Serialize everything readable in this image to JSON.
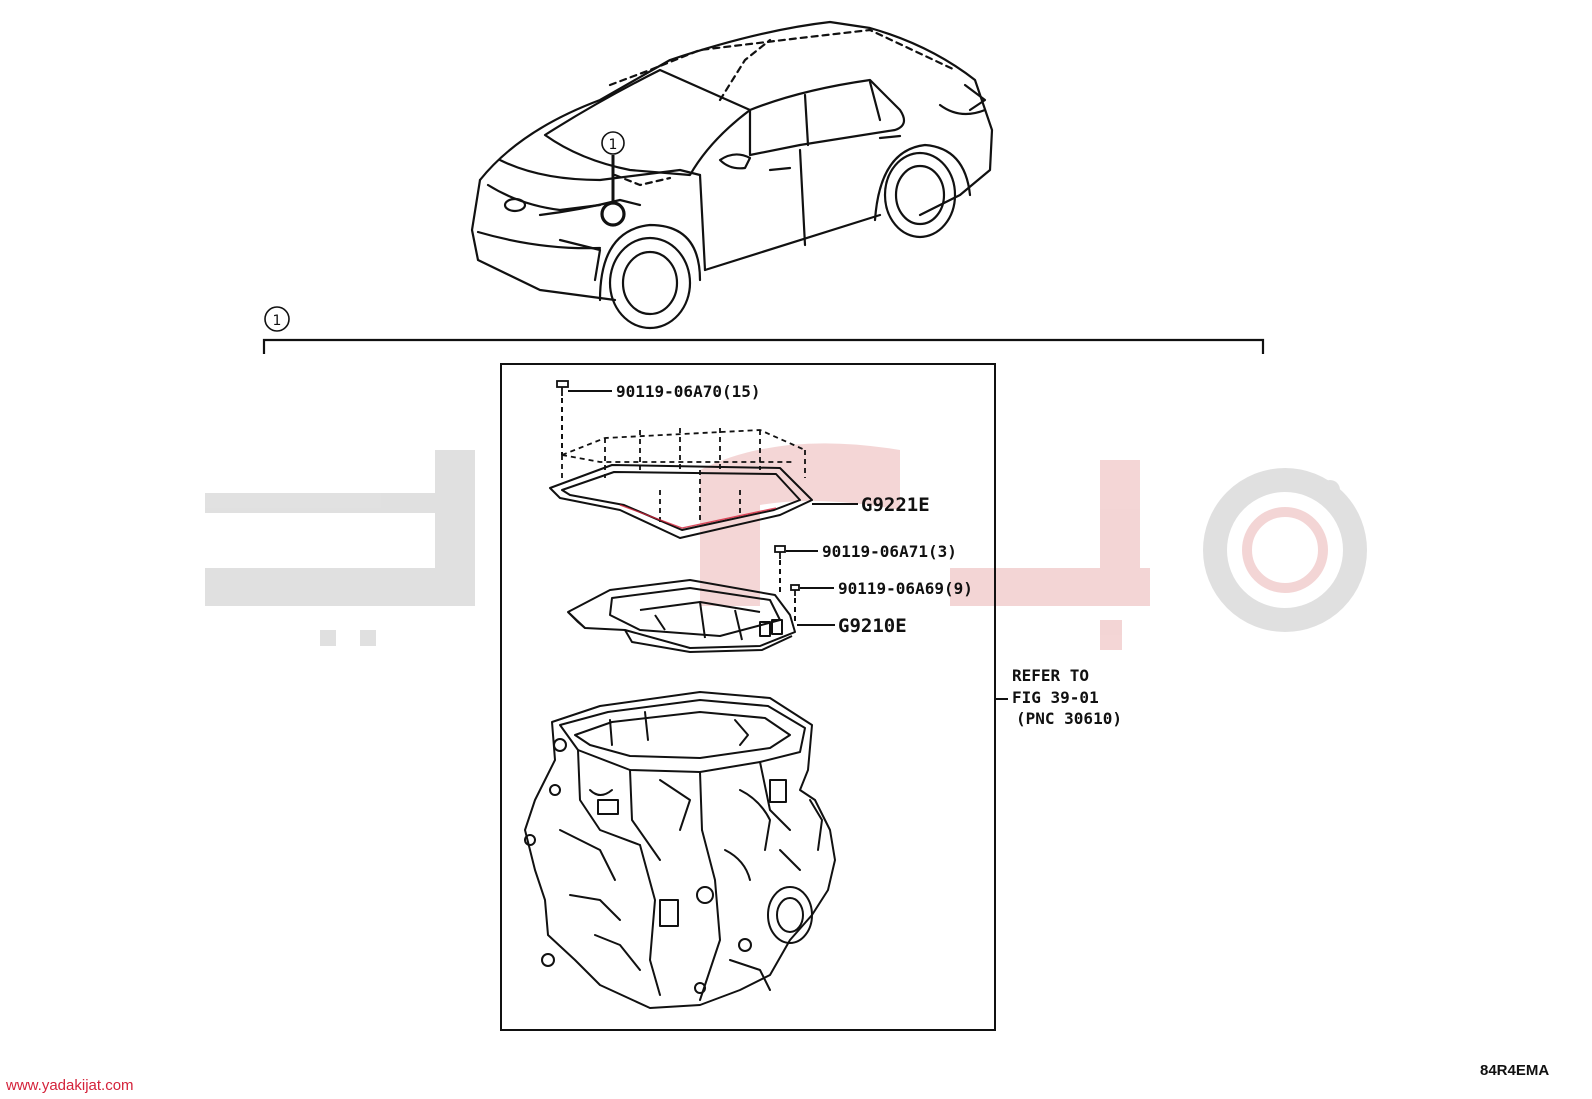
{
  "callouts": {
    "car_marker": "1",
    "section_marker": "1"
  },
  "parts": [
    {
      "id": "bolt_top",
      "label": "90119-06A70(15)"
    },
    {
      "id": "cover_group",
      "label": "G9221E"
    },
    {
      "id": "bolt_mid",
      "label": "90119-06A71(3)"
    },
    {
      "id": "bolt_small",
      "label": "90119-06A69(9)"
    },
    {
      "id": "unit_group",
      "label": "G9210E"
    }
  ],
  "reference": {
    "line1": "REFER TO",
    "line2": "FIG 39-01",
    "line3": "(PNC 30610)"
  },
  "watermark": {
    "site": "www.yadakijat.com",
    "color": "#d4223a"
  },
  "figure_code": "84R4EMA"
}
